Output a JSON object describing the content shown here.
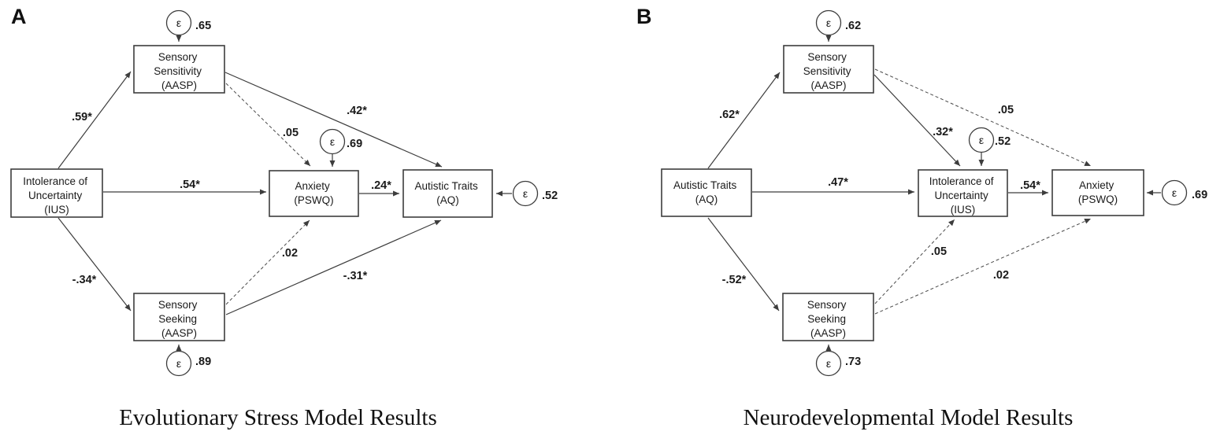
{
  "epsilon": "ε",
  "panel_a": {
    "tag": "A",
    "caption": "Evolutionary Stress Model Results",
    "nodes": {
      "sensory_sensitivity": {
        "l1": "Sensory",
        "l2": "Sensitivity",
        "l3": "(AASP)"
      },
      "intolerance_of_uncertainty": {
        "l1": "Intolerance of",
        "l2": "Uncertainty",
        "l3": "(IUS)"
      },
      "anxiety": {
        "l1": "Anxiety",
        "l2": "(PSWQ)"
      },
      "autistic_traits": {
        "l1": "Autistic Traits",
        "l2": "(AQ)"
      },
      "sensory_seeking": {
        "l1": "Sensory",
        "l2": "Seeking",
        "l3": "(AASP)"
      }
    },
    "coefficients": {
      "ius_to_sensitivity": ".59*",
      "ius_to_anxiety": ".54*",
      "ius_to_seeking": "-.34*",
      "sensitivity_to_anxiety": ".05",
      "sensitivity_to_autistic_traits": ".42*",
      "anxiety_to_autistic_traits": ".24*",
      "seeking_to_anxiety": ".02",
      "seeking_to_autistic_traits": "-.31*"
    },
    "error_variances": {
      "sensory_sensitivity": ".65",
      "anxiety": ".69",
      "autistic_traits": ".52",
      "sensory_seeking": ".89"
    }
  },
  "panel_b": {
    "tag": "B",
    "caption": "Neurodevelopmental Model Results",
    "nodes": {
      "sensory_sensitivity": {
        "l1": "Sensory",
        "l2": "Sensitivity",
        "l3": "(AASP)"
      },
      "autistic_traits": {
        "l1": "Autistic Traits",
        "l2": "(AQ)"
      },
      "intolerance_of_uncertainty": {
        "l1": "Intolerance of",
        "l2": "Uncertainty",
        "l3": "(IUS)"
      },
      "anxiety": {
        "l1": "Anxiety",
        "l2": "(PSWQ)"
      },
      "sensory_seeking": {
        "l1": "Sensory",
        "l2": "Seeking",
        "l3": "(AASP)"
      }
    },
    "coefficients": {
      "autistic_to_sensitivity": ".62*",
      "autistic_to_ius": ".47*",
      "autistic_to_seeking": "-.52*",
      "sensitivity_to_ius": ".32*",
      "sensitivity_to_anxiety": ".05",
      "ius_to_anxiety": ".54*",
      "seeking_to_ius": ".05",
      "seeking_to_anxiety": ".02"
    },
    "error_variances": {
      "sensory_sensitivity": ".62",
      "intolerance_of_uncertainty": ".52",
      "anxiety": ".69",
      "sensory_seeking": ".73"
    }
  }
}
